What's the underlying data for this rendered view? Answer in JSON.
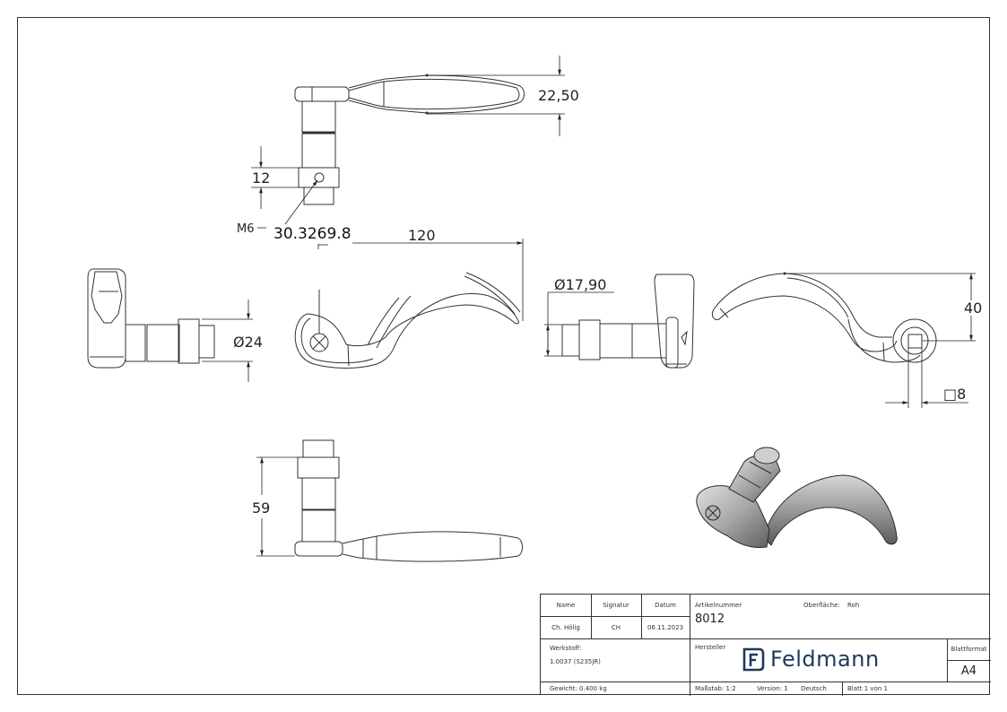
{
  "drawing": {
    "dimensions": {
      "top_view_height": "22,50",
      "top_view_ring_height": "12",
      "thread_label": "M6",
      "overlay_value": "30.3269.8",
      "lever_length": "120",
      "front_diameter": "24",
      "side_diameter": "17,90",
      "lever_height": "40",
      "square_size": "8",
      "spindle_length": "59"
    },
    "symbols": {
      "diameter": "Ø",
      "square": "□",
      "thread_dash": "—"
    }
  },
  "title_block": {
    "headers": {
      "name": "Name",
      "signatur": "Signatur",
      "datum": "Datum"
    },
    "row": {
      "name": "Ch. Hölig",
      "signatur": "CH",
      "datum": "06.11.2023"
    },
    "artikelnummer_label": "Artikelnummer",
    "artikelnummer": "8012",
    "oberflaeche_label": "Oberfläche:",
    "oberflaeche": "Roh",
    "werkstoff_label": "Werkstoff:",
    "werkstoff": "1.0037 (S235JR)",
    "hersteller_label": "Hersteller",
    "logo_text": "Feldmann",
    "blattformat_label": "Blattformat",
    "blattformat": "A4",
    "gewicht": "Gewicht: 0.400 kg",
    "massstab": "Maßstab: 1:2",
    "version": "Version: 1",
    "sprache": "Deutsch",
    "blatt": "Blatt 1 von 1"
  },
  "colors": {
    "line": "#333333",
    "logo": "#1d3a5c",
    "shade_light": "#bdbdbd",
    "shade_dark": "#6e6e6e"
  }
}
